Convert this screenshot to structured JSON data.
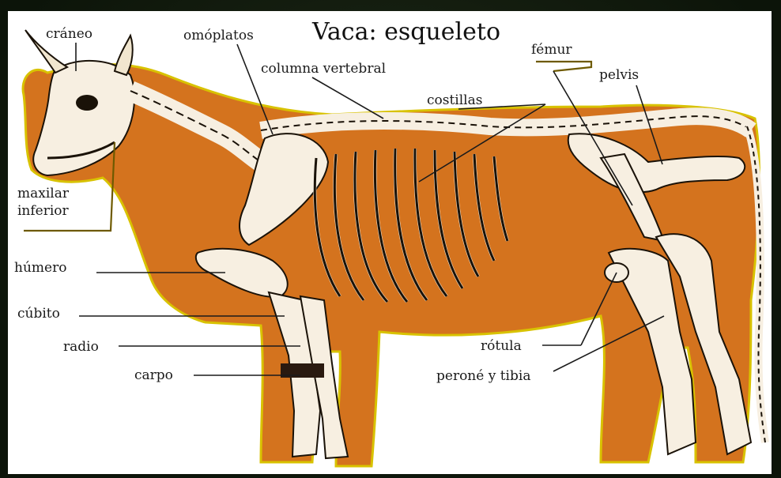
{
  "title": "Vaca: esqueleto",
  "labels": {
    "craneo": "cráneo",
    "omoplatos": "omóplatos",
    "columna": "columna vertebral",
    "costillas": "costillas",
    "femur": "fémur",
    "pelvis": "pelvis",
    "maxilar_1": "maxilar",
    "maxilar_2": "inferior",
    "humero": "húmero",
    "cubito": "cúbito",
    "radio": "radio",
    "carpo": "carpo",
    "rotula": "rótula",
    "perone": "peroné y tibia"
  },
  "colors": {
    "body": "#d4731e",
    "outline": "#d8c200",
    "bone": "#f7efe1",
    "background": "#ffffff"
  }
}
